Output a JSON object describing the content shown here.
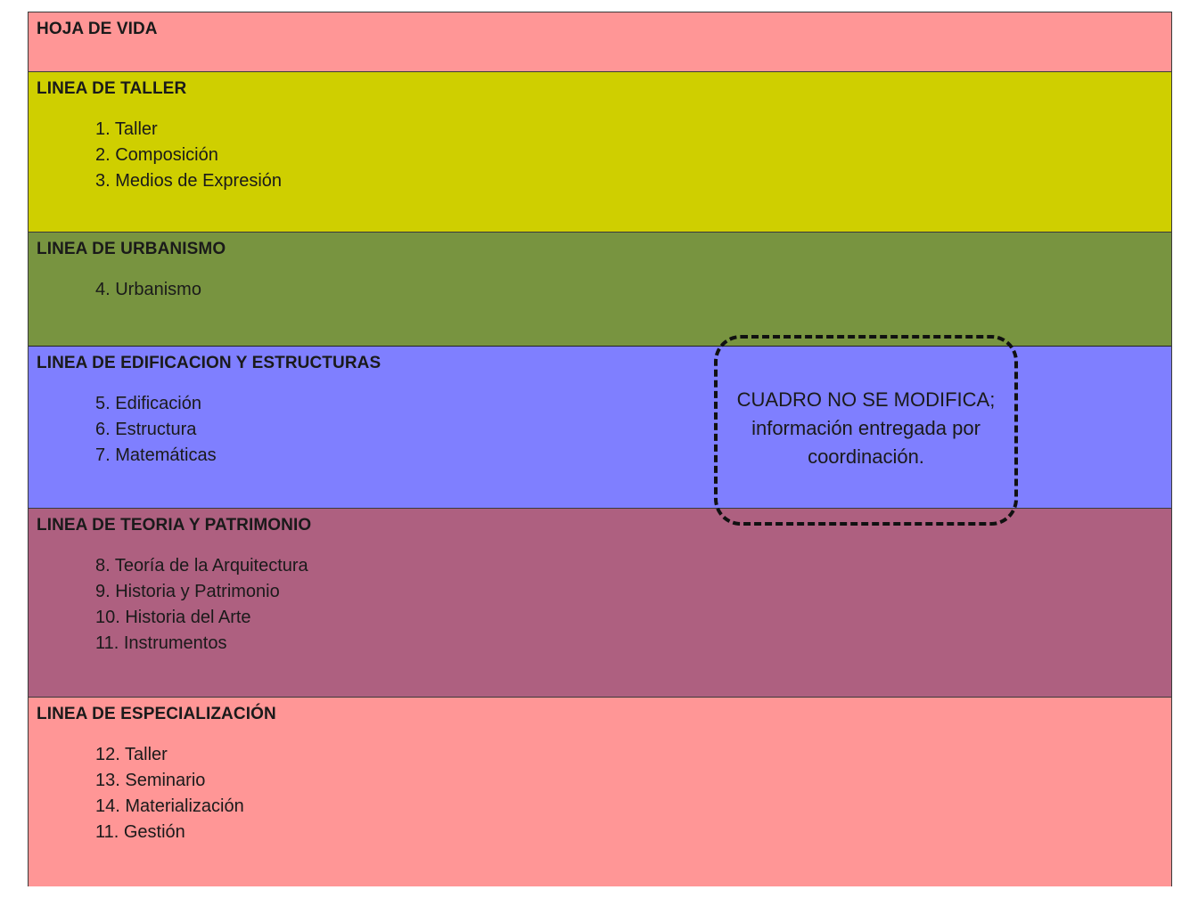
{
  "sections": [
    {
      "title": "HOJA DE VIDA",
      "items": []
    },
    {
      "title": "LINEA DE TALLER",
      "items": [
        "1. Taller",
        "2. Composición",
        "3. Medios de Expresión"
      ]
    },
    {
      "title": "LINEA DE URBANISMO",
      "items": [
        "4. Urbanismo"
      ]
    },
    {
      "title": "LINEA DE EDIFICACION Y ESTRUCTURAS",
      "items": [
        "5. Edificación",
        "6. Estructura",
        "7. Matemáticas"
      ]
    },
    {
      "title": "LINEA DE TEORIA Y PATRIMONIO",
      "items": [
        "8. Teoría de la Arquitectura",
        "9. Historia y Patrimonio",
        "10. Historia del Arte",
        "11. Instrumentos"
      ]
    },
    {
      "title": "LINEA DE ESPECIALIZACIÓN",
      "items": [
        "12. Taller",
        "13. Seminario",
        "14. Materialización",
        "11. Gestión"
      ]
    }
  ],
  "colors": {
    "hoja_de_vida": "#ff9696",
    "taller": "#cfcf00",
    "urbanismo": "#789440",
    "edificacion": "#7f7fff",
    "teoria": "#ae6080",
    "especializacion": "#ff9696"
  },
  "callout": {
    "line1": "CUADRO NO SE MODIFICA;",
    "line2": "información entregada por",
    "line3": "coordinación."
  }
}
